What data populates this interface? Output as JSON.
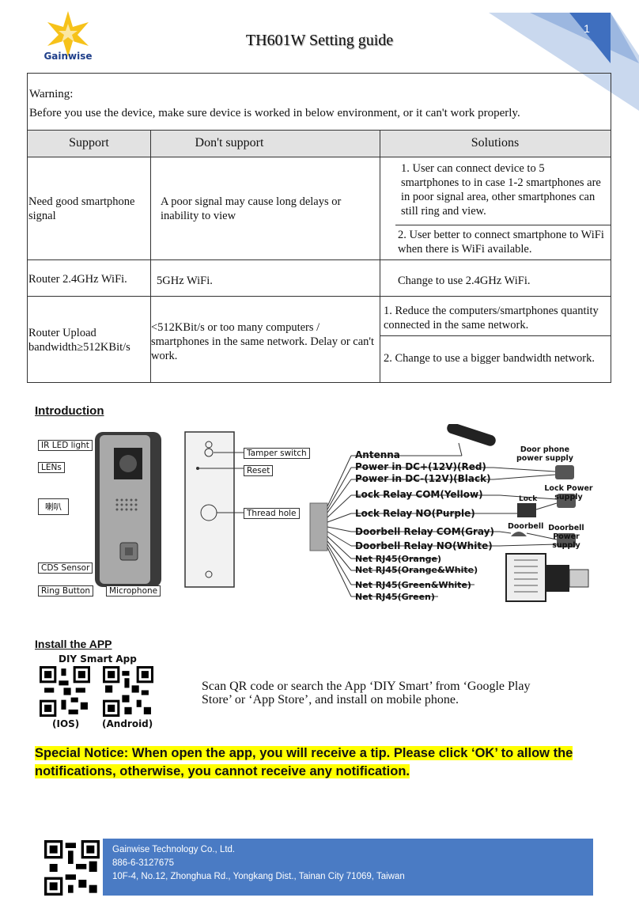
{
  "header": {
    "logo_text": "Gainwise",
    "title": "TH601W Setting guide",
    "page_number": "1"
  },
  "warning": {
    "label": "Warning:",
    "text": "Before you use the device, make sure device is worked in below environment, or it can't work properly."
  },
  "table": {
    "headers": [
      "Support",
      "Don't support",
      "Solutions"
    ],
    "rows": [
      {
        "support": "Need good smartphone signal",
        "dont_support": "A poor signal may cause long delays or inability to view",
        "solutions": [
          "1. User can connect device to 5 smartphones to in case 1-2 smartphones are in poor signal area, other smartphones can still ring and view.",
          "2. User better to connect smartphone to WiFi when there is WiFi available."
        ]
      },
      {
        "support": "Router 2.4GHz WiFi.",
        "dont_support": "5GHz WiFi.",
        "solutions": [
          "Change to use 2.4GHz WiFi."
        ]
      },
      {
        "support": "Router Upload bandwidth≥512KBit/s",
        "dont_support": "<512KBit/s or too many computers / smartphones in the same network. Delay or can't work.",
        "solutions": [
          "1. Reduce the computers/smartphones quantity connected in the same network.",
          "2. Change to use a bigger bandwidth network."
        ]
      }
    ]
  },
  "intro": {
    "heading": "Introduction",
    "front_labels": [
      "IR LED light",
      "LENs",
      "喇叭",
      "CDS Sensor",
      "Ring Button",
      "Microphone"
    ],
    "back_labels": [
      "Tamper switch",
      "Reset",
      "Thread hole"
    ],
    "wires": [
      "Antenna",
      "Power in DC+(12V)(Red)",
      "Power in DC-(12V)(Black)",
      "Lock Relay COM(Yellow)",
      "Lock Relay NO(Purple)",
      "Doorbell Relay COM(Gray)",
      "Doorbell Relay NO(White)",
      "Net RJ45(Orange)",
      "Net RJ45(Orange&White)",
      "Net RJ45(Green&White)",
      "Net RJ45(Green)"
    ],
    "device_labels": [
      "Door phone power supply",
      "Lock Power supply",
      "Lock",
      "Doorbell",
      "Doorbell Power supply"
    ]
  },
  "app": {
    "heading": "Install the APP",
    "qr_title": "DIY Smart App",
    "qr_labels": [
      "(IOS)",
      "(Android)"
    ],
    "instruction_line1": "Scan QR code or search the App ‘DIY Smart’ from ‘Google Play",
    "instruction_line2": "Store’ or ‘App Store’, and install on mobile phone."
  },
  "notice": {
    "line1": "Special Notice: When open the app, you will receive a tip. Please click ‘OK’ to allow the",
    "line2": "notifications, otherwise, you cannot receive any notification."
  },
  "footer": {
    "company": "Gainwise Technology Co., Ltd.",
    "phone": "886-6-3127675",
    "address": "10F-4, No.12, Zhonghua Rd., Yongkang Dist., Tainan City 71069, Taiwan"
  }
}
